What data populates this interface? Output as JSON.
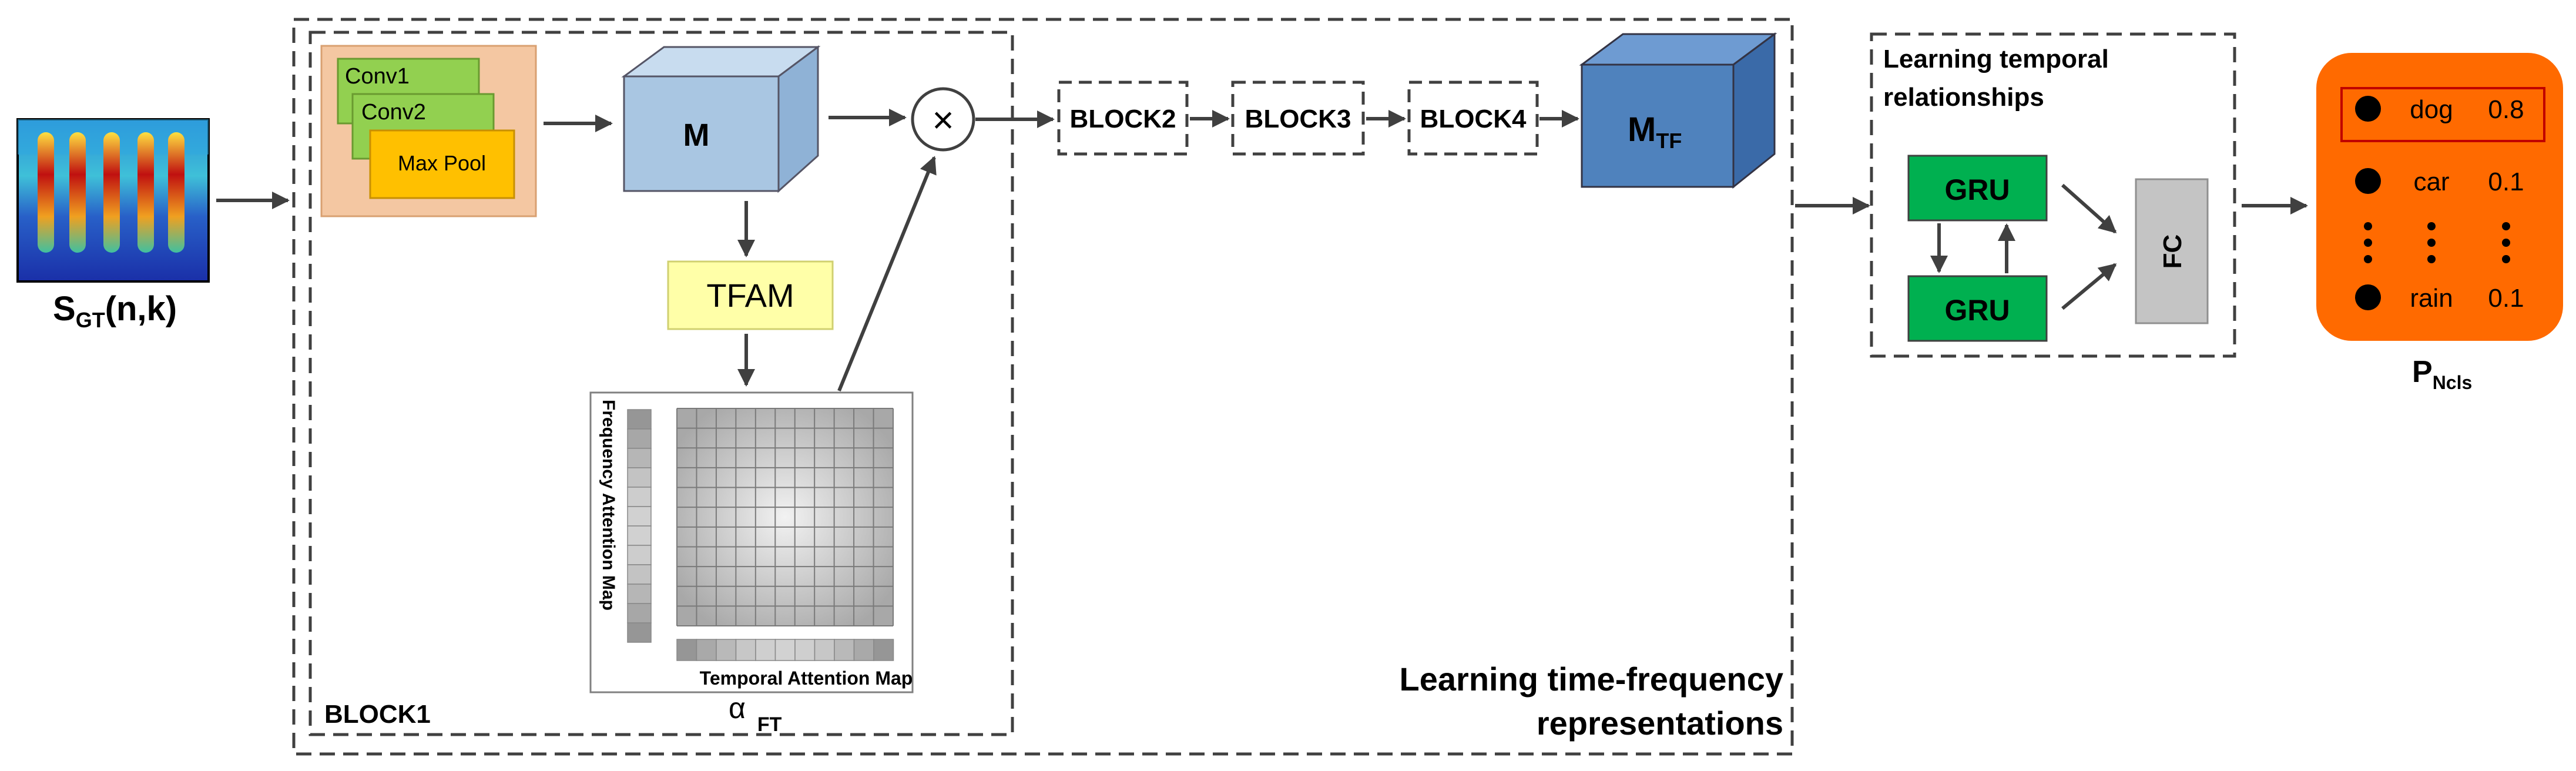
{
  "input": {
    "label_main": "S",
    "label_sub": "GT",
    "label_args": "(n,k)"
  },
  "block1": {
    "name": "BLOCK1",
    "layers": [
      "Conv1",
      "Conv2",
      "Max Pool"
    ],
    "feature_map": "M",
    "attention_module": "TFAM",
    "frequency_map_label": "Frequency Attention Map",
    "temporal_map_label": "Temporal Attention Map",
    "alpha_symbol": "α",
    "alpha_sub": "FT",
    "multiply_symbol": "×"
  },
  "blocks": [
    "BLOCK2",
    "BLOCK3",
    "BLOCK4"
  ],
  "output_map": {
    "main": "M",
    "sub": "TF"
  },
  "tf_section_title": [
    "Learning time-frequency",
    "representations"
  ],
  "temporal_section": {
    "title": [
      "Learning temporal",
      "relationships"
    ],
    "gru_labels": [
      "GRU",
      "GRU"
    ],
    "fc_label": "FC"
  },
  "output": {
    "classes": [
      {
        "name": "dog",
        "prob": "0.8",
        "highlighted": true
      },
      {
        "name": "car",
        "prob": "0.1",
        "highlighted": false
      },
      {
        "name": "rain",
        "prob": "0.1",
        "highlighted": false
      }
    ],
    "label_main": "P",
    "label_sub": "Ncls"
  },
  "colors": {
    "spectrogram_bg": "#1f3fb4",
    "block1_backdrop": "#f4c7a2",
    "conv": "#92d050",
    "maxpool": "#ffc000",
    "cube_light": "#a9c6e2",
    "cube_dark": "#4f82bd",
    "tfam": "#ffffa8",
    "gru": "#00b050",
    "fc": "#c4c4c4",
    "output_panel": "#ff6a00"
  }
}
